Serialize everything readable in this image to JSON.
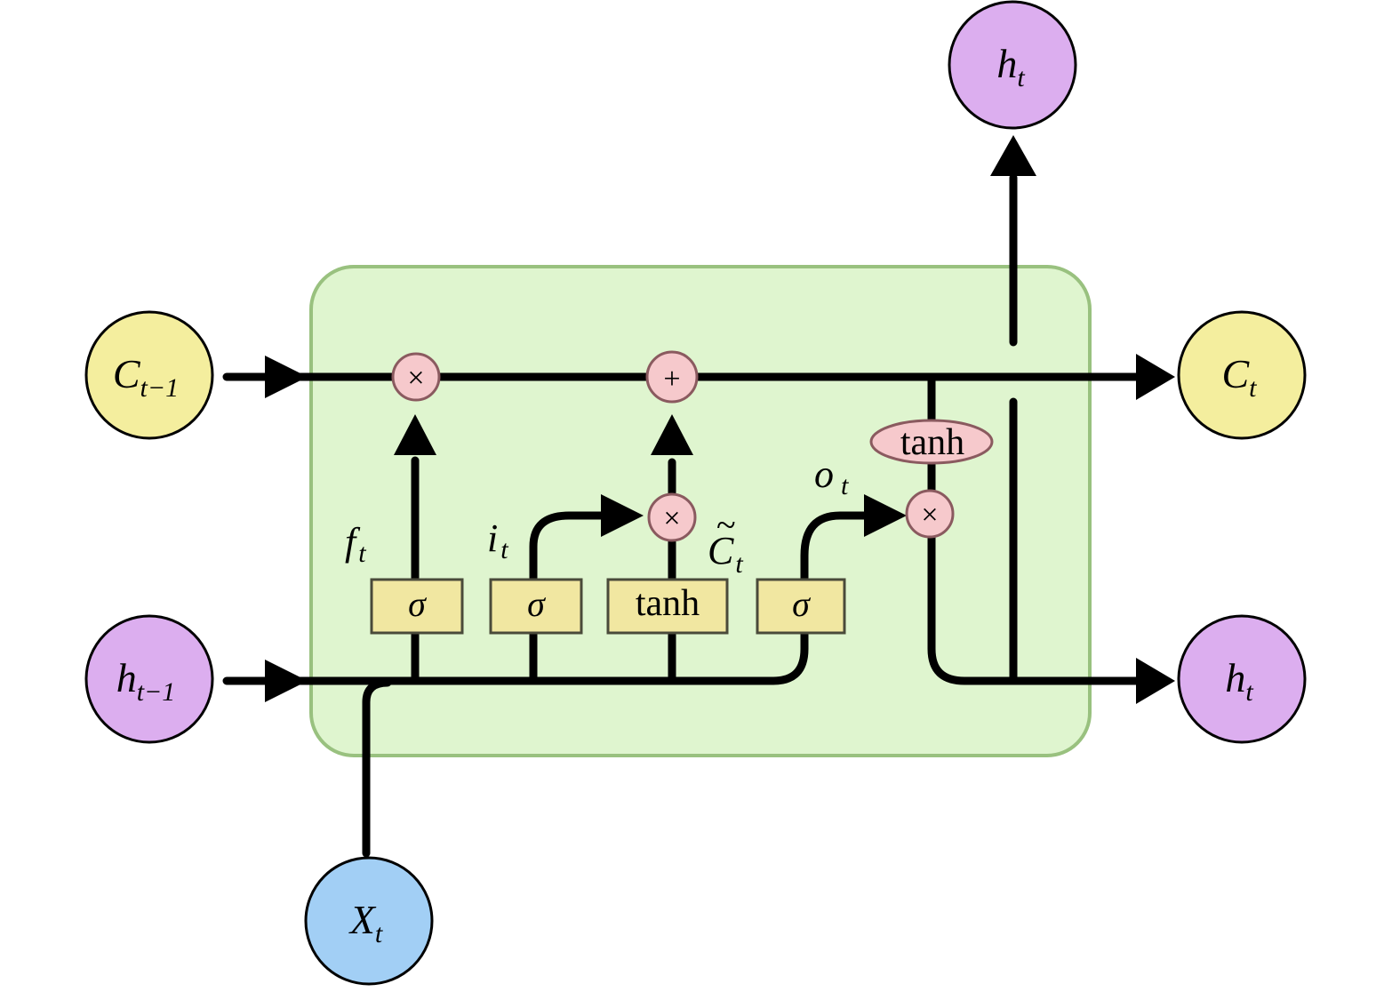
{
  "cell": {
    "fill": "#dff5cf",
    "stroke": "#99c17f"
  },
  "colors": {
    "cell_state_node": "#f4ee9e",
    "hidden_node": "#dcaeef",
    "input_node": "#a2cff5",
    "gate_box": "#f1e7a1",
    "pointwise_op": "#f6c9cc"
  },
  "nodes": {
    "c_prev": {
      "base": "C",
      "sub": "t−1"
    },
    "h_prev": {
      "base": "h",
      "sub": "t−1"
    },
    "c_out": {
      "base": "C",
      "sub": "t"
    },
    "h_out_right": {
      "base": "h",
      "sub": "t"
    },
    "h_out_top": {
      "base": "h",
      "sub": "t"
    },
    "x_in": {
      "base": "X",
      "sub": "t"
    }
  },
  "gates": {
    "forget": "σ",
    "input": "σ",
    "candidate": "tanh",
    "output": "σ"
  },
  "ops": {
    "forget_mult": "×",
    "add": "+",
    "input_mult": "×",
    "output_mult": "×",
    "cell_tanh": "tanh"
  },
  "vars": {
    "f": {
      "base": "f",
      "sub": "t"
    },
    "i": {
      "base": "i",
      "sub": "t"
    },
    "c_tilde": {
      "base": "C",
      "sub": "t",
      "accent": "~"
    },
    "o": {
      "base": "o",
      "sub": "t"
    }
  }
}
